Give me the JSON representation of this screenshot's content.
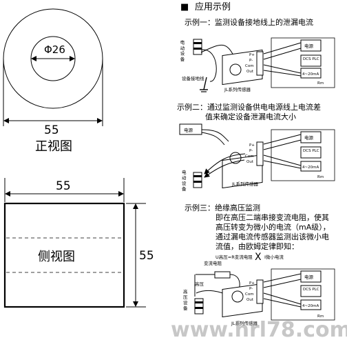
{
  "left": {
    "front": {
      "diameter_label": "Φ26",
      "width_label": "55",
      "caption": "正视图"
    },
    "side": {
      "width_label": "55",
      "height_label": "55",
      "caption": "侧视图"
    }
  },
  "right": {
    "section_marker": "■",
    "section_title": "应用示例",
    "example1": {
      "title": "示例一：监测设备接地线上的泄漏电流",
      "device_label": "电动设备",
      "ground_label": "设备接地线",
      "sensor_label": "JL系列传感器",
      "pins": [
        "P+",
        "P-",
        "Com",
        "Out"
      ],
      "source_label": "电源",
      "dcs_label": "DCS PLC",
      "meter_label": "4~20mA",
      "rm_label": "Rm"
    },
    "example2": {
      "title_line1": "示例二：通过监测设备供电电源线上电流差",
      "title_line2": "值来确定设备泄漏电流大小",
      "power_label": "电源",
      "device_label": "电动设备",
      "sensor_label": "JL系列传感器",
      "pins": [
        "P+",
        "P-",
        "Com",
        "Out"
      ],
      "source_label": "电源",
      "dcs_label": "DCS PLC",
      "meter_label": "4~20mA",
      "rm_label": "Rm"
    },
    "example3": {
      "title": "示例三：绝缘高压监测",
      "desc_line1": "即在高压二端串接变流电阻，使其",
      "desc_line2": "高压转变为微小的电流（mA级），",
      "desc_line3": "通过漏电流传感器监测出该微小电",
      "desc_line4": "流值，由欧姆定律即知：",
      "formula_left": "U高压=R变流电阻",
      "formula_times": "X",
      "formula_right": "I微小电流",
      "resistor_label": "变流电阻",
      "hv_label": "高压",
      "device_label": "高压设备",
      "sensor_label": "JL系列传感器",
      "pins": [
        "P+",
        "P-",
        "Com",
        "Out"
      ],
      "source_label": "电源",
      "dcs_label": "DCS PLC",
      "meter_label": "4~20mA",
      "rm_label": "Rm"
    }
  },
  "watermark": "www.hrl78.com"
}
